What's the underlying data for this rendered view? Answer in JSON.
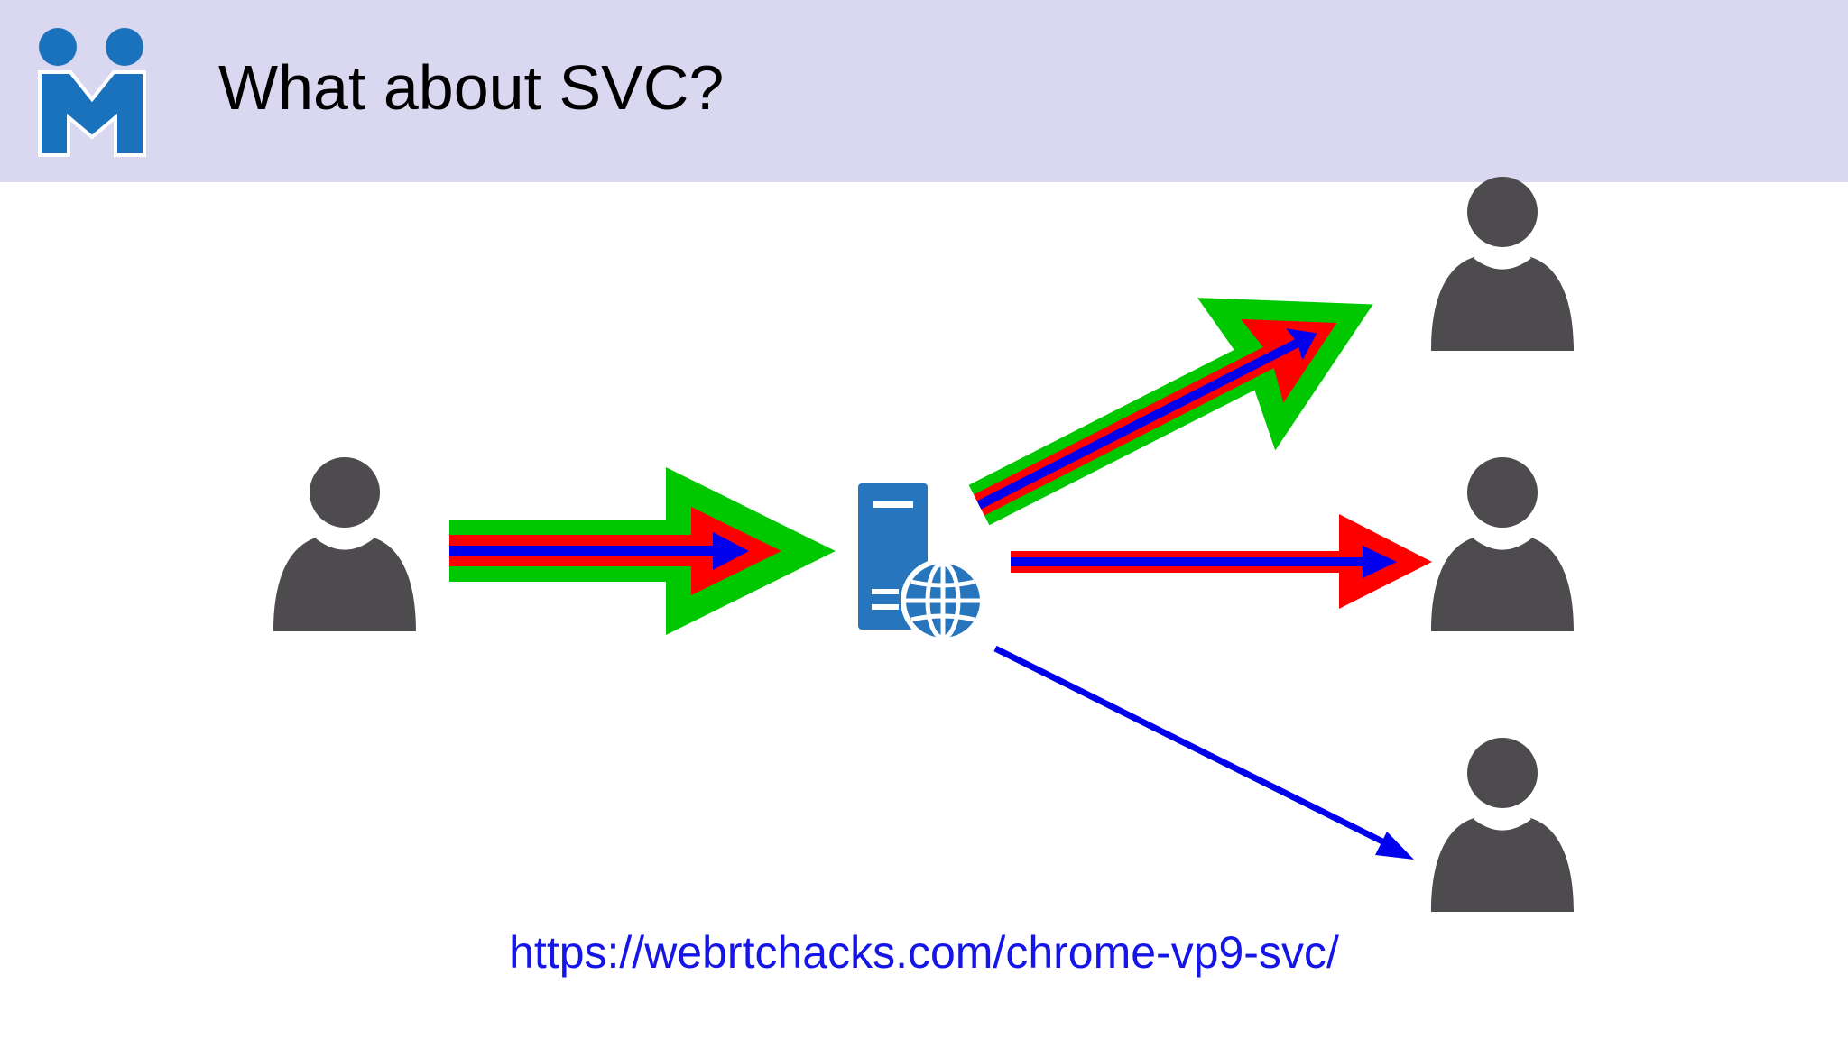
{
  "slide": {
    "title": "What about SVC?",
    "link_text": "https://webrtchacks.com/chrome-vp9-svc/"
  },
  "colors": {
    "header_bg": "#d9d8f0",
    "logo_blue": "#1a72bd",
    "person_gray": "#4d4b4e",
    "server_blue": "#2675bd",
    "layer_high": "#00c800",
    "layer_mid": "#ff0000",
    "layer_base": "#0000ee",
    "link_blue": "#1515e8"
  },
  "icons": {
    "logo": "jitsi-meet-logo-icon",
    "sender": "person-icon",
    "server": "web-server-globe-icon",
    "receivers": [
      "person-icon",
      "person-icon",
      "person-icon"
    ]
  },
  "streams": {
    "incoming_layers": [
      "layer_high",
      "layer_mid",
      "layer_base"
    ],
    "to_receiver_1_layers": [
      "layer_high",
      "layer_mid",
      "layer_base"
    ],
    "to_receiver_2_layers": [
      "layer_mid",
      "layer_base"
    ],
    "to_receiver_3_layers": [
      "layer_base"
    ]
  }
}
